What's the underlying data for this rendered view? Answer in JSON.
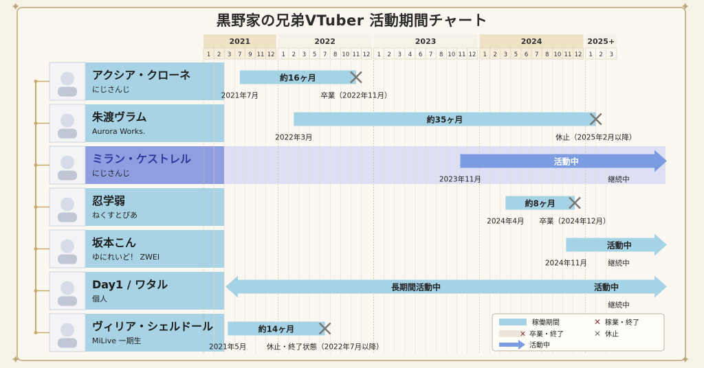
{
  "title": "黒野家の兄弟VTuber 活動期間チャート",
  "colors": {
    "bar": "#a6d2e6",
    "cross": "#777777",
    "arrow": "#7b9ce0",
    "arrow_light": "#a6d2e6",
    "timeline_bar": "#c9b98f",
    "name_panel": "#a8d3e5",
    "highlight": "#8f9ee0",
    "branch": "#c9a86a"
  },
  "chart_data": {
    "type": "timeline",
    "years": [
      {
        "label": "2021",
        "start": "2021-01",
        "end": "2021-12",
        "months": [
          "1",
          "2",
          "3",
          "7",
          "9",
          "11",
          "12"
        ]
      },
      {
        "label": "2022",
        "start": "2022-01",
        "end": "2022-12",
        "months": [
          "1",
          "2",
          "3",
          "5",
          "7",
          "8",
          "10",
          "11",
          "12"
        ]
      },
      {
        "label": "2023",
        "start": "2023-01",
        "end": "2023-12",
        "months": [
          "1",
          "2",
          "3",
          "4",
          "6",
          "7",
          "8",
          "10",
          "11",
          "12"
        ]
      },
      {
        "label": "2024",
        "start": "2024-01",
        "end": "2024-12",
        "months": [
          "1",
          "2",
          "3",
          "5",
          "6",
          "7",
          "8",
          "10",
          "11",
          "12"
        ]
      },
      {
        "label": "2025+",
        "start": "2025-01",
        "end": "2025-03",
        "months": [
          "1",
          "2",
          "3"
        ]
      }
    ],
    "rows": [
      {
        "name": "アクシア・クローネ",
        "affiliation": "にじさんじ",
        "start": "2021-07",
        "end": "2022-11",
        "kind": "graduated",
        "bar_label": "約16ヶ月",
        "start_label": "2021年7月",
        "end_label": "卒業（2022年11月）",
        "highlight": false
      },
      {
        "name": "朱渡ヴラム",
        "affiliation": "Aurora Works.",
        "start": "2022-03",
        "end": "2025-02",
        "kind": "paused",
        "bar_label": "約35ヶ月",
        "start_label": "2022年3月",
        "end_label": "休止（2025年2月以降）",
        "highlight": false
      },
      {
        "name": "ミラン・ケストレル",
        "affiliation": "にじさんじ",
        "start": "2023-11",
        "end": null,
        "kind": "active",
        "bar_label": "活動中",
        "start_label": "2023年11月",
        "end_label": "継続中",
        "highlight": true
      },
      {
        "name": "忍学弱",
        "affiliation": "ねくすとぴあ",
        "start": "2024-04",
        "end": "2024-12",
        "kind": "graduated",
        "bar_label": "約8ヶ月",
        "start_label": "2024年4月",
        "end_label": "卒業（2024年12月）",
        "highlight": false
      },
      {
        "name": "坂本こん",
        "affiliation": "ゆにれいど！ ZWEI",
        "start": "2024-11",
        "end": null,
        "kind": "active",
        "bar_label": "活動中",
        "start_label": "2024年11月",
        "end_label": "継続中",
        "highlight": false
      },
      {
        "name": "Day1 / ワタル",
        "affiliation": "個人",
        "start": null,
        "end": null,
        "kind": "long_active",
        "bar_label": "長期間活動中",
        "bar_label2": "活動中",
        "start_label": "",
        "end_label": "継続中",
        "highlight": false
      },
      {
        "name": "ヴィリア・シェルドール",
        "affiliation": "MiLive 一期生",
        "start": "2021-05",
        "end": "2022-07",
        "kind": "paused_ended",
        "bar_label": "約14ヶ月",
        "start_label": "2021年5月",
        "end_label": "休止・終了状態（2022年7月以降）",
        "highlight": false
      }
    ],
    "legend": {
      "items": [
        {
          "type": "bar",
          "label": "稼働期間"
        },
        {
          "type": "cross",
          "label": "稼業・終了"
        },
        {
          "type": "fade_cross",
          "label": "卒業・終了"
        },
        {
          "type": "cross",
          "label": "休止"
        },
        {
          "type": "arrow",
          "label": "活動中"
        }
      ]
    }
  }
}
